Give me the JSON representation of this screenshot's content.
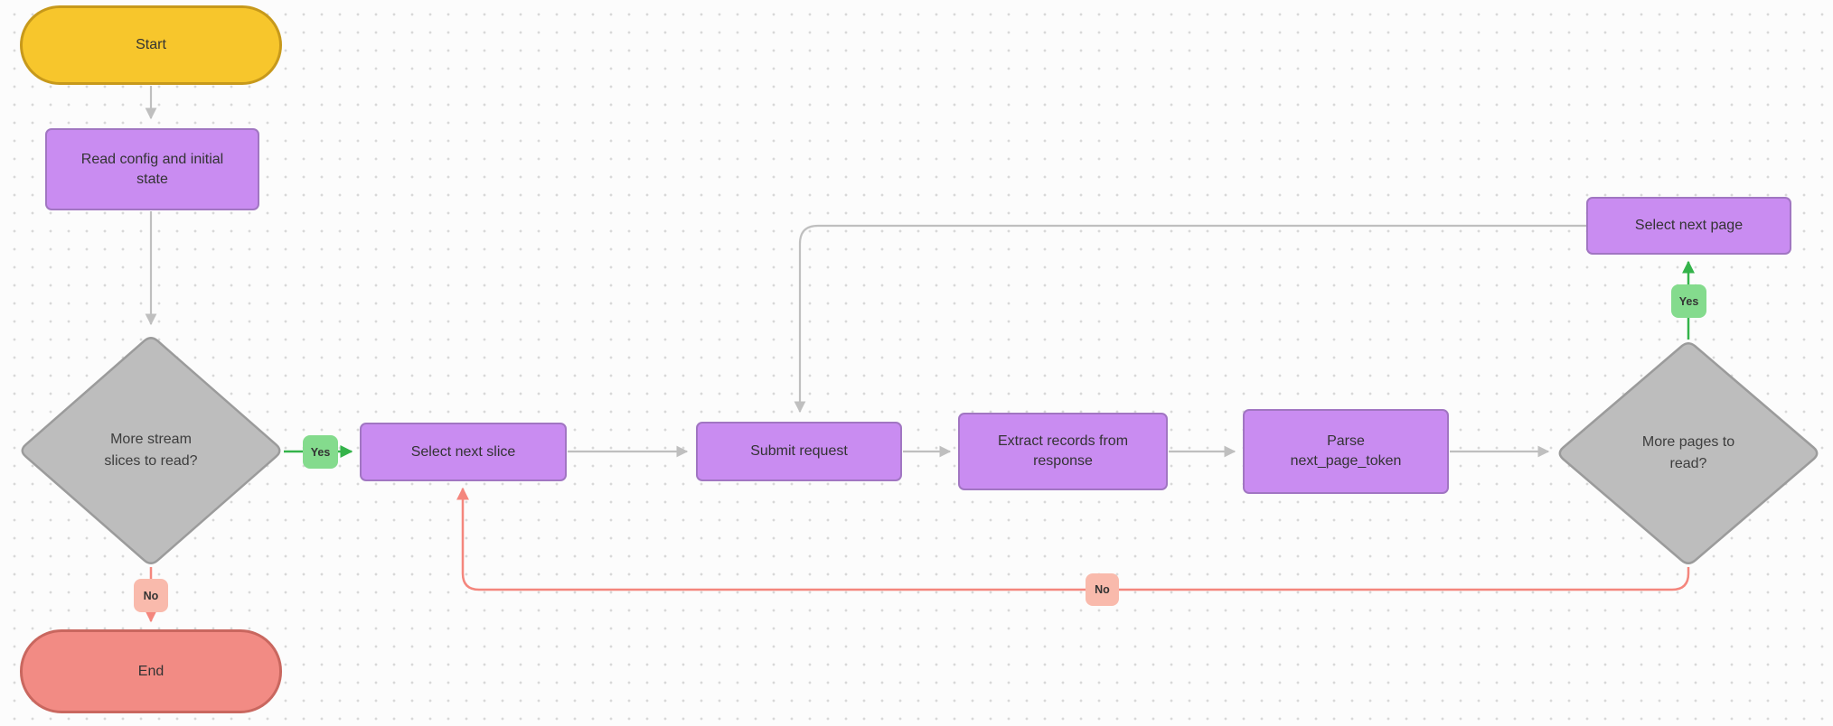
{
  "canvas": {
    "background": "#fcfcfc",
    "dot_grid_color": "#d8d8d8"
  },
  "palette": {
    "start_fill": "#f7c62c",
    "start_stroke": "#c7991b",
    "end_fill": "#f28b84",
    "end_stroke": "#c9675f",
    "process_fill": "#c98cf1",
    "process_stroke": "#a176c2",
    "decision_fill": "#bdbdbd",
    "decision_stroke": "#9b9b9b",
    "edge_gray": "#bfbfbf",
    "edge_green": "#34b34a",
    "edge_red": "#f4867d",
    "chip_green": "#84db8d",
    "chip_red": "#f9baac",
    "text": "#333333"
  },
  "nodes": {
    "start": {
      "type": "terminator",
      "label": "Start"
    },
    "read_config": {
      "type": "process",
      "label": "Read config and initial state"
    },
    "more_slices": {
      "type": "decision",
      "label": "More stream slices to read?"
    },
    "select_next_slice": {
      "type": "process",
      "label": "Select next slice"
    },
    "submit_request": {
      "type": "process",
      "label": "Submit request"
    },
    "extract_records": {
      "type": "process",
      "label": "Extract records from response"
    },
    "parse_token": {
      "type": "process",
      "label": "Parse next_page_token"
    },
    "more_pages": {
      "type": "decision",
      "label": "More pages to read?"
    },
    "select_next_page": {
      "type": "process",
      "label": "Select next page"
    },
    "end": {
      "type": "terminator",
      "label": "End"
    }
  },
  "edge_labels": {
    "yes_slices": "Yes",
    "no_slices": "No",
    "yes_pages": "Yes",
    "no_pages": "No"
  }
}
